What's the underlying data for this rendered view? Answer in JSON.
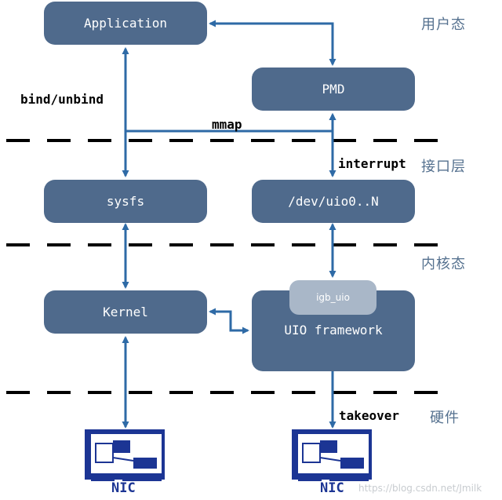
{
  "boxes": {
    "application": "Application",
    "pmd": "PMD",
    "sysfs": "sysfs",
    "dev_uio": "/dev/uio0..N",
    "kernel": "Kernel",
    "uio_framework": "UIO framework",
    "igb_uio": "igb_uio"
  },
  "layers": {
    "user_space": "用户态",
    "interface_layer": "接口层",
    "kernel_space": "内核态",
    "hardware": "硬件"
  },
  "edge_labels": {
    "bind_unbind": "bind/unbind",
    "mmap": "mmap",
    "interrupt": "interrupt",
    "takeover": "takeover"
  },
  "nics": {
    "left": "NIC",
    "right": "NIC"
  },
  "watermark": "https://blog.csdn.net/Jmilk",
  "colors": {
    "box": "#4f6a8c",
    "pill": "#a9b7c8",
    "arrow": "#2e6aa6",
    "nic": "#1c3594",
    "layer_text": "#55718f"
  }
}
